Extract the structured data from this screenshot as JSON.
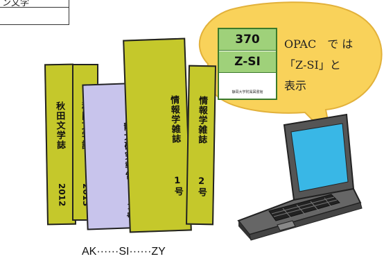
{
  "table_fragment": {
    "text": "ン文学"
  },
  "books": [
    {
      "title": "秋田文学誌",
      "year": "2012",
      "color": "#c5c82b"
    },
    {
      "title": "秋田文学誌",
      "year": "2013",
      "color": "#c5c82b"
    },
    {
      "title": "静大研究報告",
      "issue": "1号",
      "color": "#c8c4ec"
    },
    {
      "title": "情報学雑誌",
      "issue": "1号",
      "color": "#c5c82b"
    },
    {
      "title": "情報学雑誌",
      "issue": "2号",
      "color": "#c5c82b"
    }
  ],
  "call_label": {
    "class_number": "370",
    "author_code": "Z-SI",
    "owner": "静岡大学附属図書館"
  },
  "bubble": {
    "line1": "OPAC　で は",
    "line2": "「Z-SI」と",
    "line3": "表示",
    "fill_color": "#f9d25a"
  },
  "shelf_order": "AK······SI······ZY",
  "icons": [
    "laptop-icon"
  ]
}
